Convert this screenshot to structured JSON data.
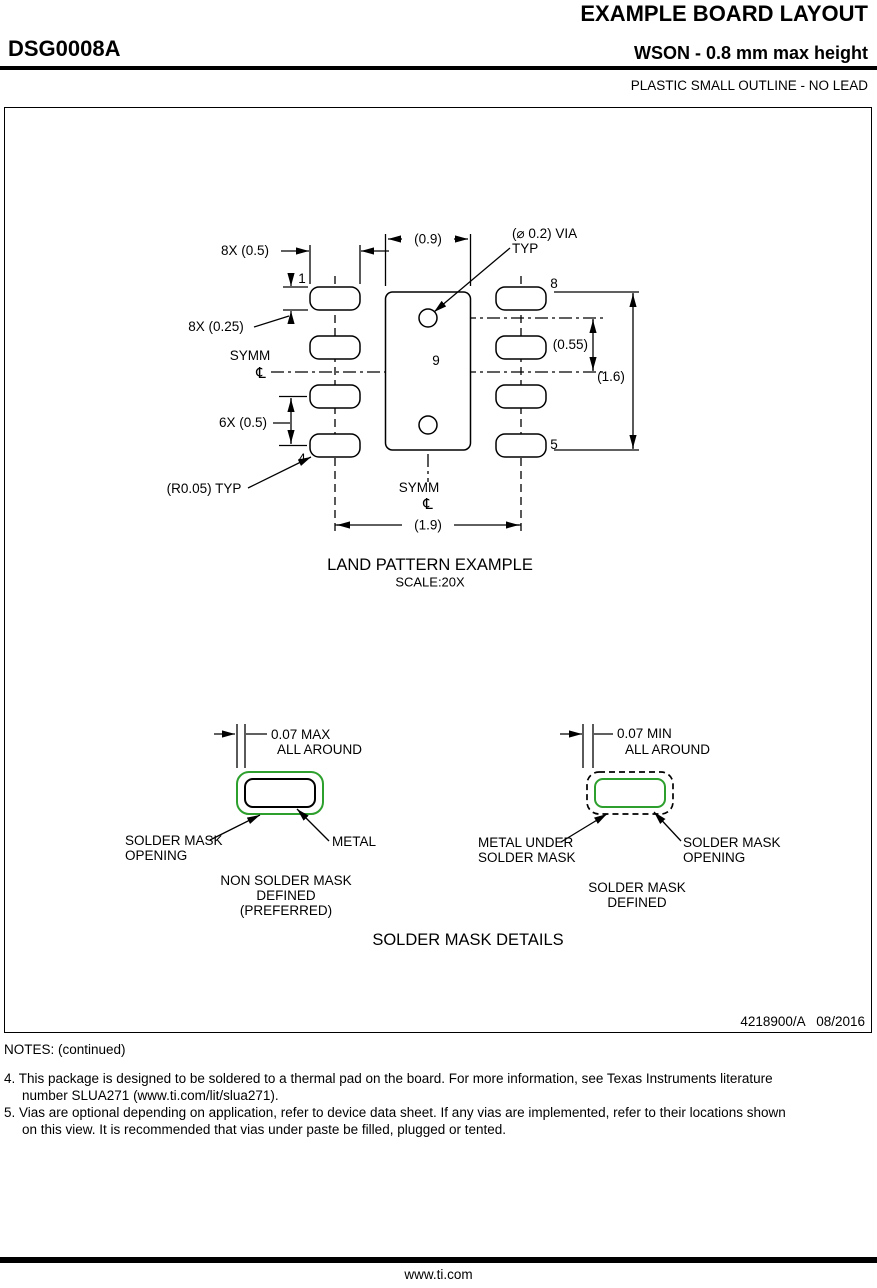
{
  "header": {
    "doc_title": "EXAMPLE BOARD LAYOUT",
    "part_number": "DSG0008A",
    "package_desc": "WSON - 0.8 mm max height",
    "package_family": "PLASTIC SMALL OUTLINE - NO LEAD"
  },
  "land_pattern": {
    "title": "LAND PATTERN EXAMPLE",
    "scale": "SCALE:20X",
    "dim_pad_length": "8X (0.5)",
    "dim_center_width": "(0.9)",
    "via_label_1": "(⌀ 0.2) VIA",
    "via_label_2": "TYP",
    "dim_pad_width": "8X (0.25)",
    "symm_label": "SYMM",
    "centerline_symbol": "℄",
    "dim_via_offset": "(0.55)",
    "dim_center_height": "(1.6)",
    "dim_pitch": "6X (0.5)",
    "dim_corner_radius": "(R0.05) TYP",
    "dim_pad_span": "(1.9)",
    "pin_1": "1",
    "pin_8": "8",
    "pin_9": "9",
    "pin_4": "4",
    "pin_5": "5"
  },
  "solder_mask": {
    "section_title": "SOLDER MASK DETAILS",
    "nsmd": {
      "clearance": "0.07 MAX",
      "clearance_scope": "ALL AROUND",
      "opening_label_1": "SOLDER MASK",
      "opening_label_2": "OPENING",
      "metal_label": "METAL",
      "caption_1": "NON SOLDER MASK",
      "caption_2": "DEFINED",
      "caption_3": "(PREFERRED)"
    },
    "smd": {
      "clearance": "0.07 MIN",
      "clearance_scope": "ALL AROUND",
      "metal_label_1": "METAL UNDER",
      "metal_label_2": "SOLDER MASK",
      "opening_label_1": "SOLDER MASK",
      "opening_label_2": "OPENING",
      "caption_1": "SOLDER MASK",
      "caption_2": "DEFINED"
    }
  },
  "drawing_number": "4218900/A   08/2016",
  "notes": {
    "heading": "NOTES: (continued)",
    "note4_line1": "4. This package is designed to be soldered to a thermal pad on the board. For more information, see Texas Instruments literature",
    "note4_line2": "number SLUA271 (www.ti.com/lit/slua271).",
    "note5_line1": "5. Vias are optional depending on application, refer to device data sheet. If any vias are implemented, refer to their locations shown",
    "note5_line2": "on this view. It is recommended that vias under paste be filled, plugged or tented."
  },
  "footer": {
    "website": "www.ti.com"
  },
  "colors": {
    "mask_green": "#2d9f2d"
  }
}
